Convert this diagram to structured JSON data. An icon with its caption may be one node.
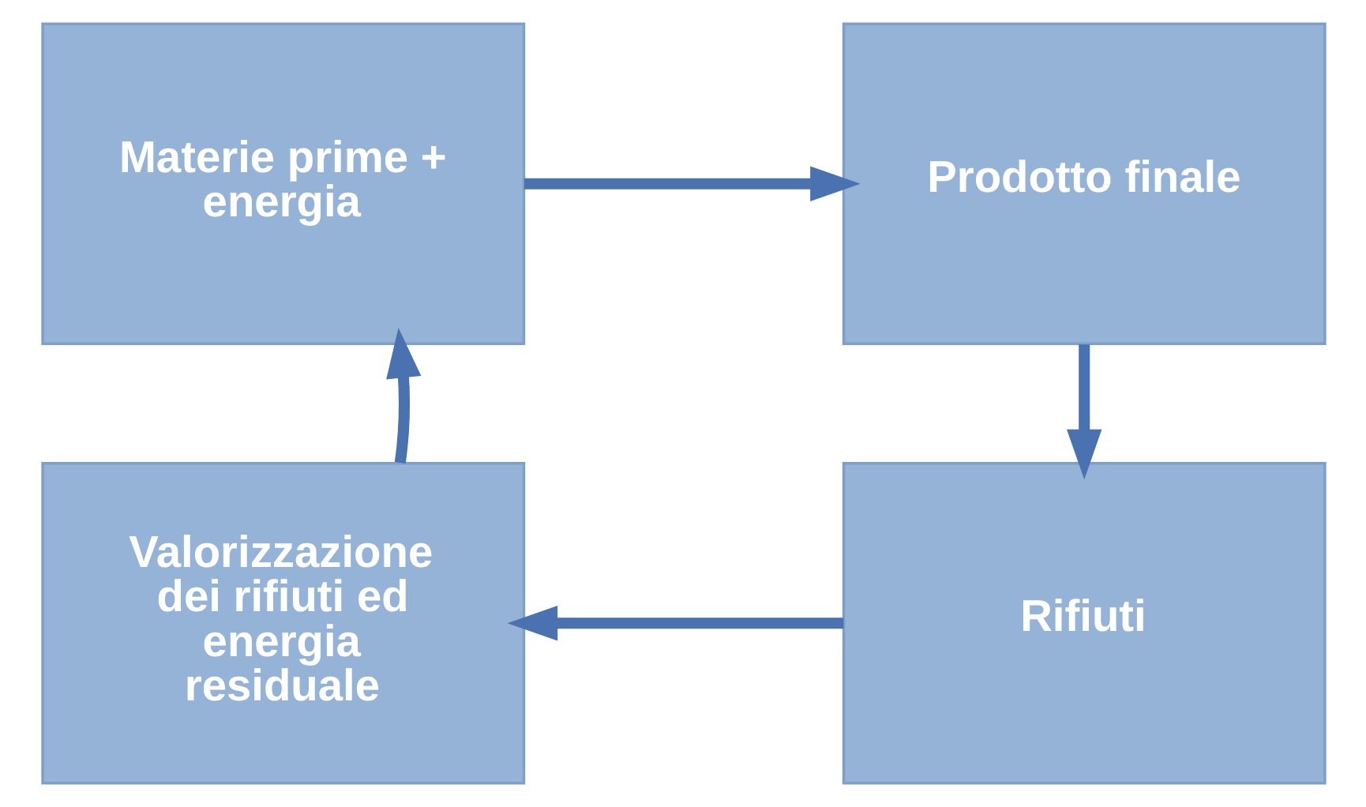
{
  "diagram": {
    "nodes": [
      {
        "text": [
          "Materie prime + energia"
        ]
      },
      {
        "text": [
          "Prodotto finale"
        ]
      },
      {
        "text": [
          "Rifiuti"
        ]
      },
      {
        "text": [
          "Valorizzazione dei rifiuti ed energia residuale"
        ]
      }
    ],
    "edges": [
      {
        "from": 0,
        "to": 1,
        "arrow": "to"
      },
      {
        "from": 1,
        "to": 2,
        "arrow": "to"
      },
      {
        "from": 2,
        "to": 3,
        "arrow": "to"
      },
      {
        "from": 3,
        "to": 0,
        "arrow": "to"
      }
    ]
  }
}
